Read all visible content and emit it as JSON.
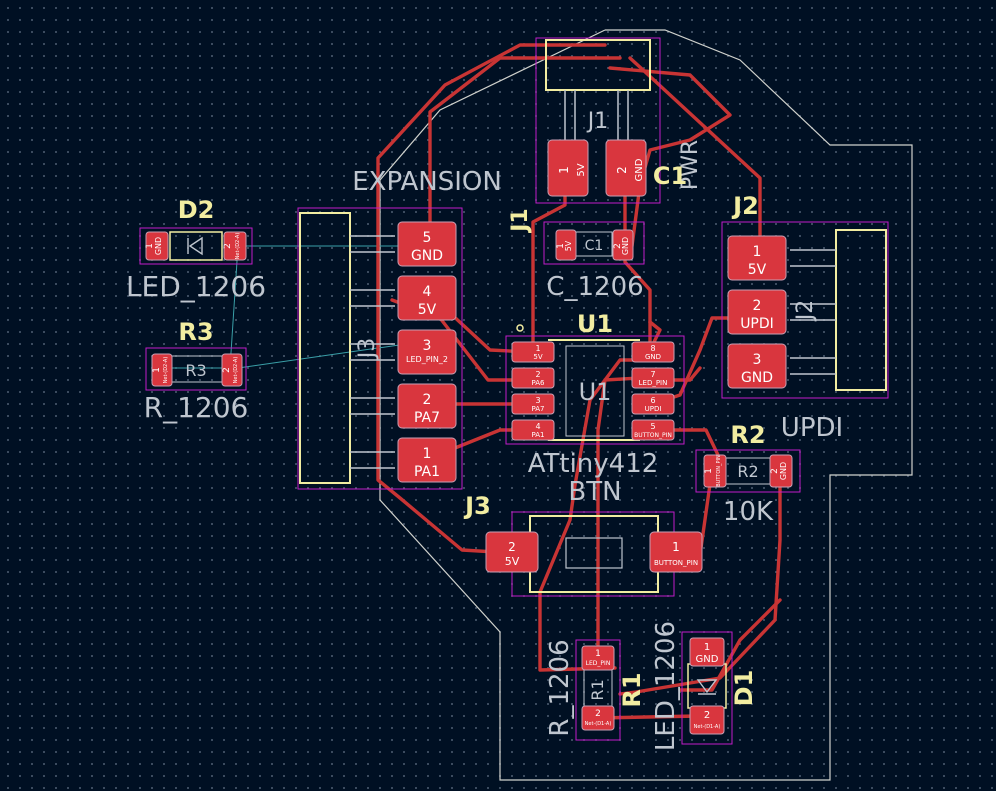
{
  "colors": {
    "background": "#001023",
    "track": "#c83434",
    "pad": "#d9363e",
    "pad_outline": "#c8a0b4",
    "silk_yellow": "#f2eda1",
    "silk_gray": "#bfc6cf",
    "fab_magenta": "#c21cc8",
    "edge_cuts": "#d0d2cd",
    "ratsnest": "#3aa0a8"
  },
  "footprints": {
    "j1": {
      "ref": "J1",
      "value": "PWR",
      "ref_alt": "J1",
      "c1_ref": "C1",
      "pad1": {
        "num": "1",
        "net": "5V"
      },
      "pad2": {
        "num": "2",
        "net": "GND"
      }
    },
    "c1": {
      "ref": "C1",
      "value": "C_1206",
      "pad1": {
        "num": "1",
        "net": "5V"
      },
      "pad2": {
        "num": "2",
        "net": "GND"
      }
    },
    "d2": {
      "ref": "D2",
      "value": "LED_1206",
      "pad1": {
        "num": "1",
        "net": "GND"
      },
      "pad2": {
        "num": "2",
        "net": "Net-(D2-A)"
      }
    },
    "r3": {
      "ref": "R3",
      "value": "R_1206",
      "pad1": {
        "num": "1",
        "net": "Net-(D2-A)"
      },
      "pad2": {
        "num": "2",
        "net": "Net-(D2-A)"
      }
    },
    "expansion": {
      "label": "EXPANSION",
      "ref": "J3",
      "pins": [
        {
          "num": "5",
          "net": "GND"
        },
        {
          "num": "4",
          "net": "5V"
        },
        {
          "num": "3",
          "net": "LED_PIN_2"
        },
        {
          "num": "2",
          "net": "PA7"
        },
        {
          "num": "1",
          "net": "PA1"
        }
      ]
    },
    "u1": {
      "ref": "U1",
      "ref_fab": "U1",
      "value": "ATtiny412",
      "left_pins": [
        {
          "num": "1",
          "net": "5V"
        },
        {
          "num": "2",
          "net": "PA6"
        },
        {
          "num": "3",
          "net": "PA7"
        },
        {
          "num": "4",
          "net": "PA1"
        }
      ],
      "right_pins": [
        {
          "num": "8",
          "net": "GND"
        },
        {
          "num": "7",
          "net": "LED_PIN"
        },
        {
          "num": "6",
          "net": "UPDI"
        },
        {
          "num": "5",
          "net": "BUTTON_PIN"
        }
      ]
    },
    "j2": {
      "ref": "J2",
      "ref_fab": "J2",
      "value": "UPDI",
      "pins": [
        {
          "num": "1",
          "net": "5V"
        },
        {
          "num": "2",
          "net": "UPDI"
        },
        {
          "num": "3",
          "net": "GND"
        }
      ]
    },
    "r2": {
      "ref": "R2",
      "value": "10K",
      "pad1": {
        "num": "1",
        "net": "BUTTON_PIN"
      },
      "pad2": {
        "num": "2",
        "net": "GND"
      }
    },
    "btn": {
      "ref": "J3",
      "value": "BTN",
      "pad2": {
        "num": "2",
        "net": "5V"
      },
      "pad1": {
        "num": "1",
        "net": "BUTTON_PIN"
      }
    },
    "r1": {
      "ref": "R1",
      "value": "R_1206",
      "pad1": {
        "num": "1",
        "net": "LED_PIN"
      },
      "pad2": {
        "num": "2",
        "net": "Net-(D1-A)"
      }
    },
    "d1": {
      "ref": "D1",
      "value": "LED_1206",
      "pad1": {
        "num": "1",
        "net": "GND"
      },
      "pad2": {
        "num": "2",
        "net": "Net-(D1-A)"
      }
    }
  }
}
